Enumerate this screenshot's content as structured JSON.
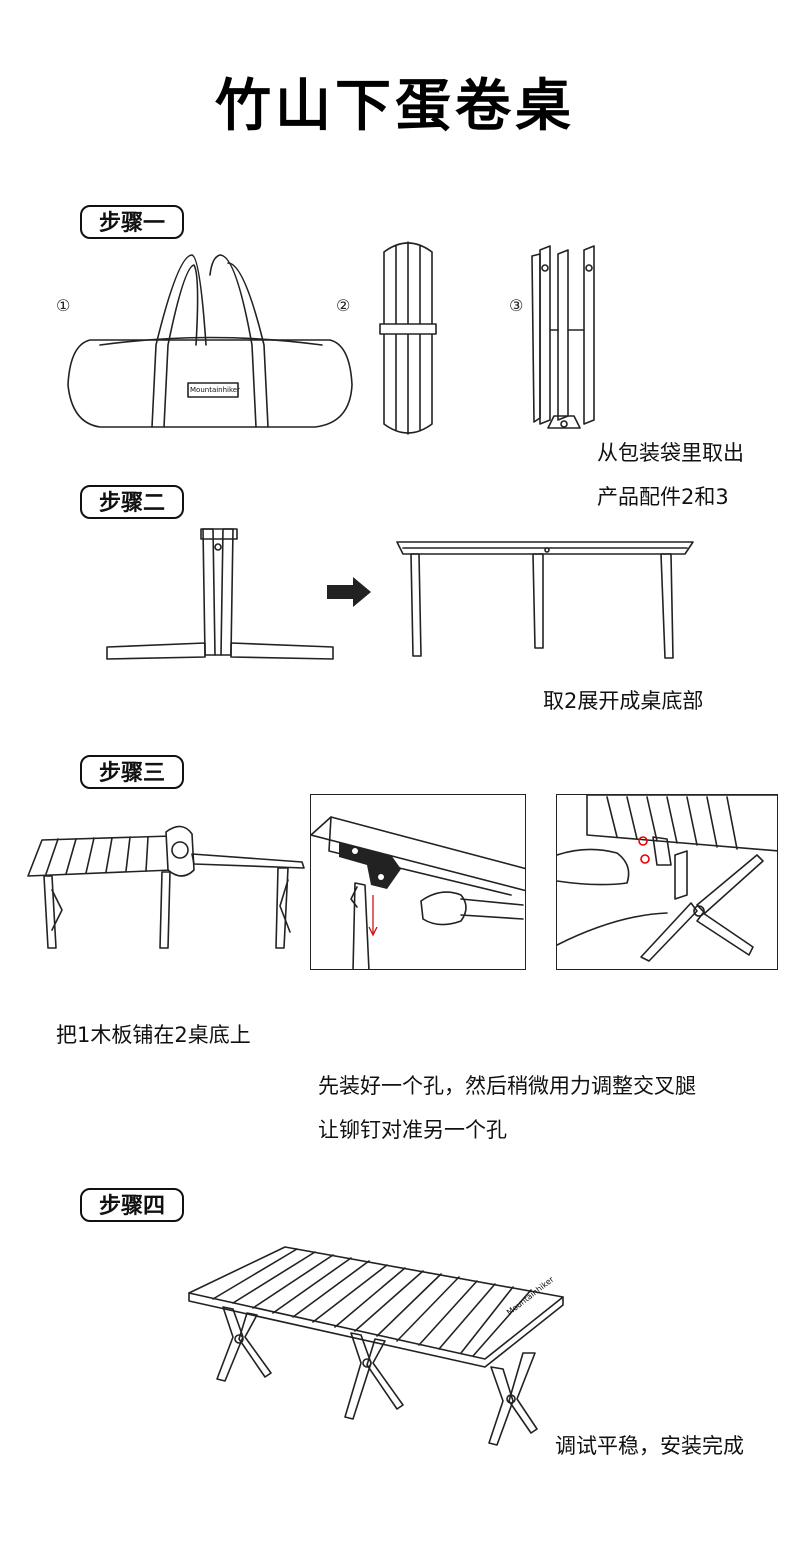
{
  "title": "竹山下蛋卷桌",
  "steps": [
    {
      "badge": "步骤一",
      "numbers": [
        "①",
        "②",
        "③"
      ],
      "bag_label": "Mountainhiker",
      "captions": [
        "从包装袋里取出",
        "产品配件2和3"
      ]
    },
    {
      "badge": "步骤二",
      "captions": [
        "取2展开成桌底部"
      ]
    },
    {
      "badge": "步骤三",
      "captions": [
        "把1木板铺在2桌底上",
        "先装好一个孔，然后稍微用力调整交叉腿",
        "让铆钉对准另一个孔"
      ]
    },
    {
      "badge": "步骤四",
      "table_label": "Mountainhiker",
      "captions": [
        "调试平稳，安装完成"
      ]
    }
  ]
}
